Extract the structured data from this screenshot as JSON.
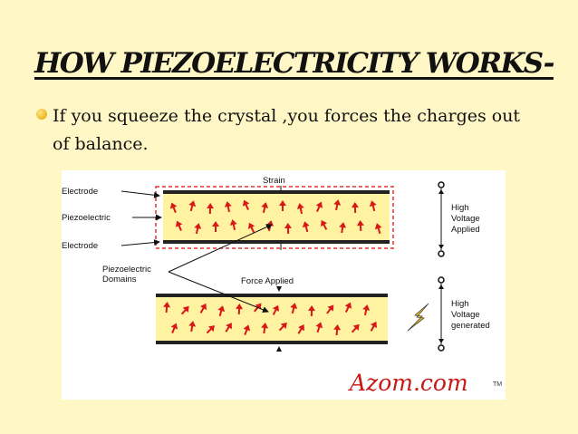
{
  "slide": {
    "title": "HOW PIEZOELECTRICITY WORKS-",
    "bullet": "If you squeeze the crystal ,you forces the charges out of balance."
  },
  "diagram": {
    "label_electrode_top": "Electrode",
    "label_piezoelectric": "Piezoelectric",
    "label_electrode_bottom": "Electrode",
    "label_strain": "Strain",
    "label_domains_line1": "Piezoelectric",
    "label_domains_line2": "Domains",
    "label_force": "Force Applied",
    "high_voltage_applied": [
      "High",
      "Voltage",
      "Applied"
    ],
    "high_voltage_generated": [
      "High",
      "Voltage",
      "generated"
    ],
    "logo_text": "Azom.com",
    "logo_tm": "TM",
    "colors": {
      "crystal": "#fff2a0",
      "electrode": "#222222",
      "arrow": "#d81818",
      "strain_box": "#e23030",
      "lightning": "#f5c400"
    }
  }
}
